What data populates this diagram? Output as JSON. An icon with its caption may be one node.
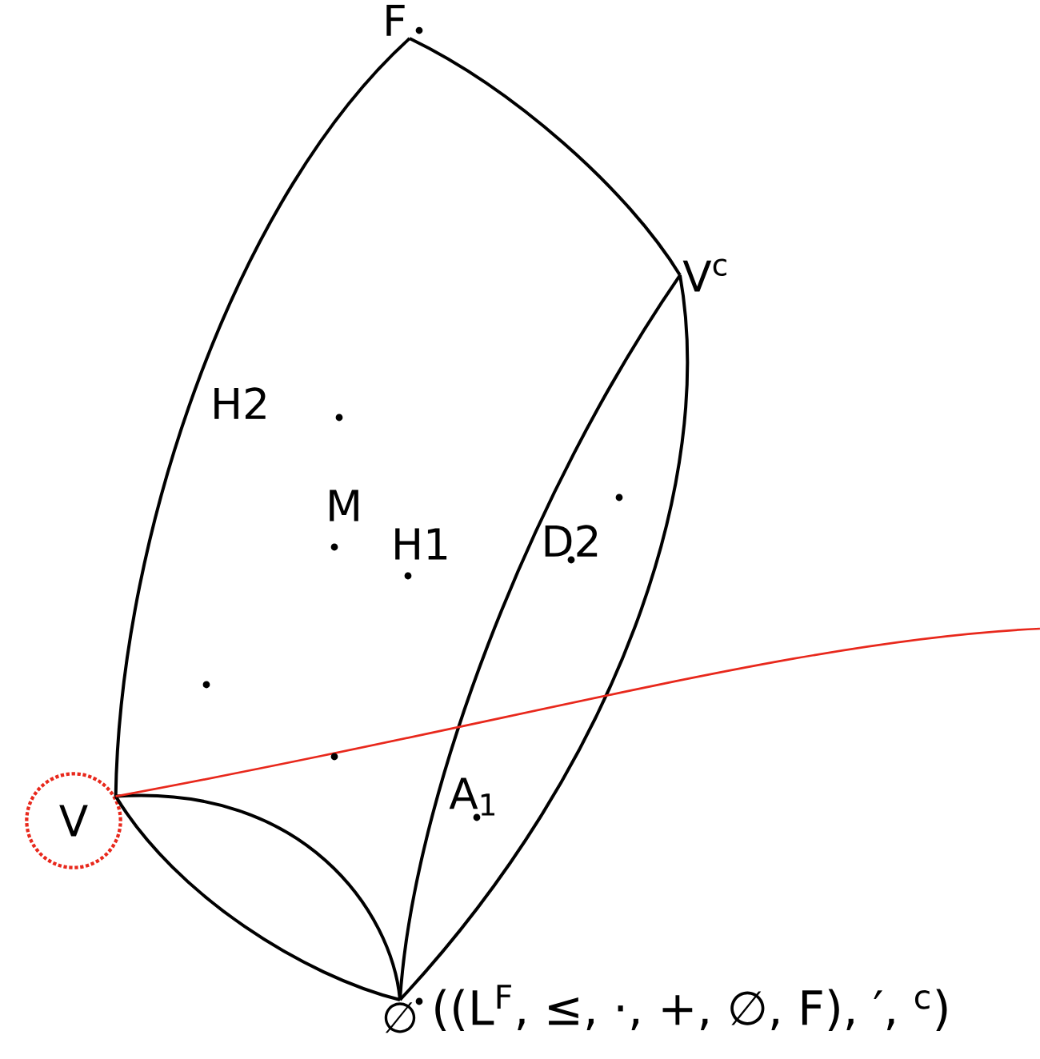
{
  "diagram": {
    "nodes": [
      {
        "text": [
          "F"
        ]
      },
      {
        "text": [
          "V$^{c}$"
        ]
      },
      {
        "text": [
          "V"
        ]
      },
      {
        "text": [
          "∅"
        ]
      }
    ],
    "edges": [
      {
        "from": 0,
        "to": 1,
        "arrow": "none"
      },
      {
        "from": 0,
        "to": 2,
        "arrow": "none"
      },
      {
        "from": 1,
        "to": 3,
        "arrow": "none"
      },
      {
        "from": 1,
        "to": 3,
        "arrow": "none"
      },
      {
        "from": 2,
        "to": 3,
        "arrow": "none"
      },
      {
        "from": 2,
        "to": 3,
        "arrow": "none"
      },
      {
        "from": 2,
        "to": null,
        "arrow": "none",
        "color": "#e8281c"
      }
    ],
    "labels": [
      "H2",
      "M",
      "H1",
      "D2",
      "A$_{1}$",
      "((L$^{F}$, ≤, ·, +, ∅, F), ′, $^{c}$)"
    ]
  }
}
